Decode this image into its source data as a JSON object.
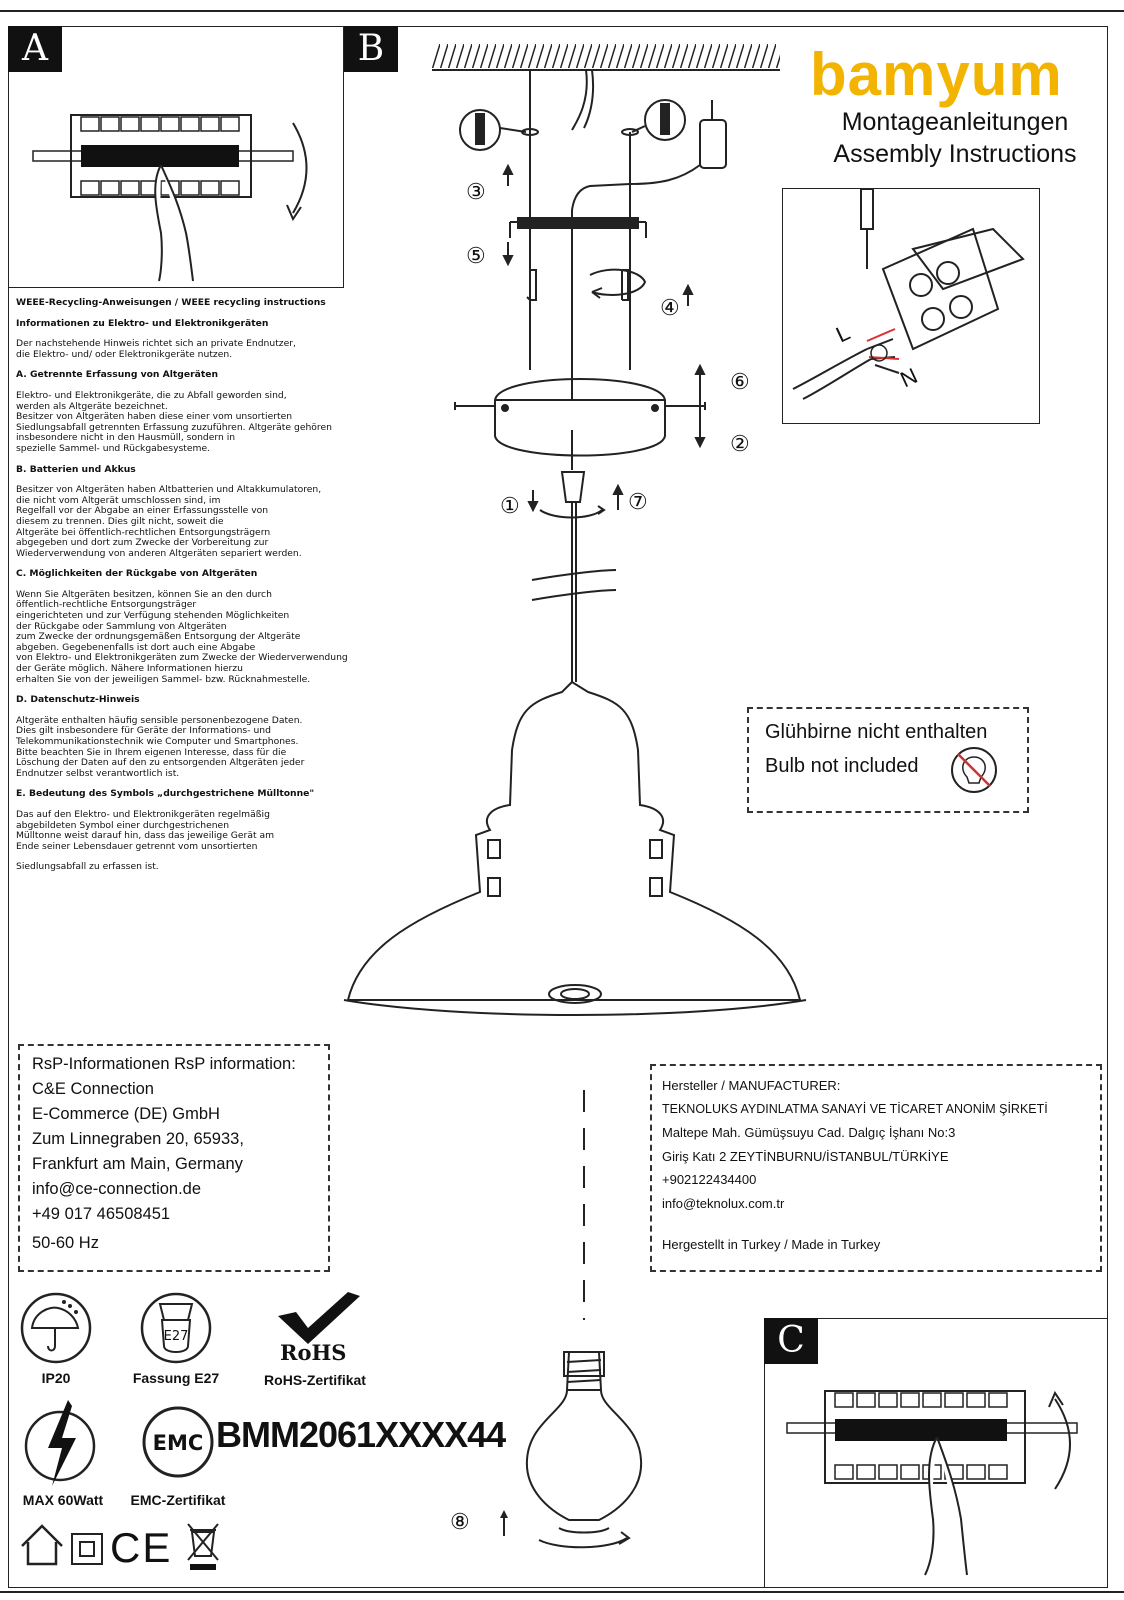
{
  "brand": "bamyum",
  "title_de": "Montageanleitungen",
  "title_en": "Assembly Instructions",
  "panels": {
    "a": "A",
    "b": "B",
    "c": "C"
  },
  "steps": [
    "①",
    "②",
    "③",
    "④",
    "⑤",
    "⑥",
    "⑦",
    "⑧"
  ],
  "wiring": {
    "l": "L",
    "n": "N"
  },
  "weee": {
    "title": "WEEE-Recycling-Anweisungen / WEEE recycling instructions",
    "subtitle": "Informationen zu Elektro- und Elektronikgeräten",
    "intro": "Der nachstehende Hinweis richtet sich an private Endnutzer,\n die Elektro- und/ oder Elektronikgeräte nutzen.",
    "sections": [
      {
        "heading": "A. Getrennte Erfassung von Altgeräten",
        "text": "Elektro- und Elektronikgeräte, die zu Abfall geworden sind,\n werden als Altgeräte bezeichnet.\nBesitzer von Altgeräten haben diese einer vom unsortierten\nSiedlungsabfall getrennten Erfassung zuzuführen. Altgeräte gehören\ninsbesondere nicht in den Hausmüll, sondern in\nspezielle Sammel- und Rückgabesysteme."
      },
      {
        "heading": "B. Batterien und Akkus",
        "text": "Besitzer von Altgeräten haben Altbatterien und Altakkumulatoren,\n die nicht vom Altgerät umschlossen sind, im\nRegelfall vor der Abgabe an einer Erfassungsstelle von\ndiesem zu trennen. Dies gilt nicht, soweit die\nAltgeräte bei öffentlich-rechtlichen Entsorgungsträgern\nabgegeben und dort zum Zwecke der Vorbereitung zur\nWiederverwendung von anderen Altgeräten separiert werden."
      },
      {
        "heading": "C. Möglichkeiten der Rückgabe von Altgeräten",
        "text": "Wenn Sie Altgeräten besitzen, können Sie an den durch\nöffentlich-rechtliche Entsorgungsträger\neingerichteten und zur Verfügung stehenden Möglichkeiten\nder Rückgabe oder Sammlung von Altgeräten\n zum Zwecke der ordnungsgemäßen Entsorgung der Altgeräte\nabgeben. Gegebenenfalls ist dort auch eine Abgabe\n von Elektro- und Elektronikgeräten zum Zwecke der Wiederverwendung\nder Geräte möglich. Nähere Informationen hierzu\nerhalten Sie von der jeweiligen Sammel- bzw. Rücknahmestelle."
      },
      {
        "heading": "D. Datenschutz-Hinweis",
        "text": "Altgeräte enthalten häufig sensible personenbezogene Daten.\nDies gilt insbesondere für Geräte der Informations- und\nTelekommunikationstechnik wie Computer und Smartphones.\n Bitte beachten Sie in Ihrem eigenen Interesse, dass für die\nLöschung der Daten auf den zu entsorgenden Altgeräten jeder\nEndnutzer selbst verantwortlich ist."
      },
      {
        "heading": "E. Bedeutung des Symbols „durchgestrichene Mülltonne\"",
        "text": "Das auf den Elektro- und Elektronikgeräten regelmäßig\n abgebildeten Symbol einer durchgestrichenen\nMülltonne weist darauf hin, dass das jeweilige Gerät am\nEnde seiner Lebensdauer getrennt vom unsortierten"
      }
    ],
    "closing": "Siedlungsabfall zu erfassen ist."
  },
  "bulb_notice": {
    "de": "Glühbirne nicht enthalten",
    "en": "Bulb not included"
  },
  "rsp": {
    "title": "RsP-Informationen RsP information:",
    "lines": [
      "C&E Connection",
      "E-Commerce (DE) GmbH",
      "Zum Linnegraben 20, 65933,",
      "Frankfurt am Main, Germany",
      "info@ce-connection.de",
      "+49 017 46508451",
      "50-60 Hz"
    ]
  },
  "manufacturer": {
    "title": "Hersteller / MANUFACTURER:",
    "lines": [
      "TEKNOLUKS AYDINLATMA SANAYİ VE TİCARET ANONİM ŞİRKETİ",
      "Maltepe Mah. Gümüşsuyu Cad. Dalgıç İşhanı No:3",
      "Giriş Katı 2 ZEYTİNBURNU/İSTANBUL/TÜRKİYE",
      "+902122434400",
      "info@teknolux.com.tr"
    ],
    "made_in": "Hergestellt in Turkey / Made in Turkey"
  },
  "icons": {
    "ip": {
      "label": "IP20"
    },
    "socket": {
      "badge": "E27",
      "label": "Fassung E27"
    },
    "rohs": {
      "badge": "RoHS",
      "label": "RoHS-Zertifikat"
    },
    "power": {
      "label": "MAX 60Watt"
    },
    "emc": {
      "badge": "EMC",
      "label": "EMC-Zertifikat"
    },
    "ce": "CE"
  },
  "model": "BMM2061XXXX44"
}
